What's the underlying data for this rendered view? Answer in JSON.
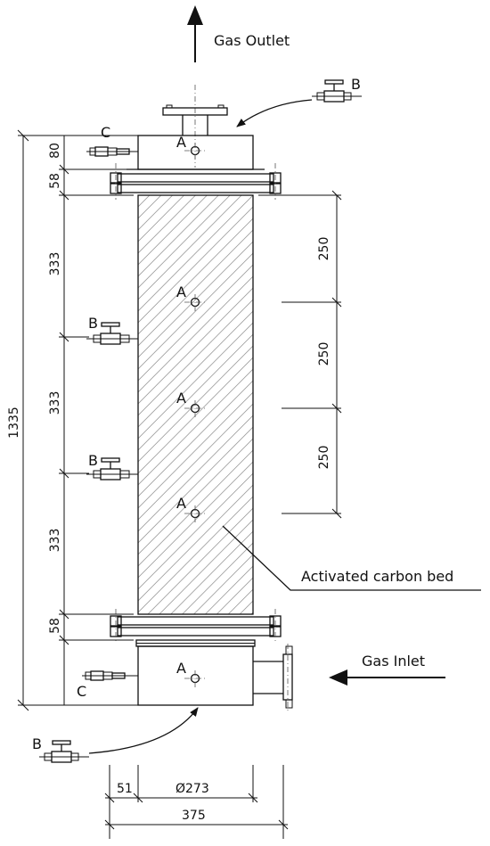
{
  "labels": {
    "gas_outlet": "Gas Outlet",
    "gas_inlet": "Gas Inlet",
    "carbon_bed": "Activated carbon bed",
    "port": "A",
    "valve": "B",
    "connector": "C"
  },
  "dimensions": {
    "total_height": "1335",
    "top_chamber": "80",
    "flange_top": "58",
    "section_1": "333",
    "section_2": "333",
    "section_3": "333",
    "flange_bottom": "58",
    "spacing_1": "250",
    "spacing_2": "250",
    "spacing_3": "250",
    "flange_width": "51",
    "inner_diameter": "Ø273",
    "overall_width": "375"
  }
}
